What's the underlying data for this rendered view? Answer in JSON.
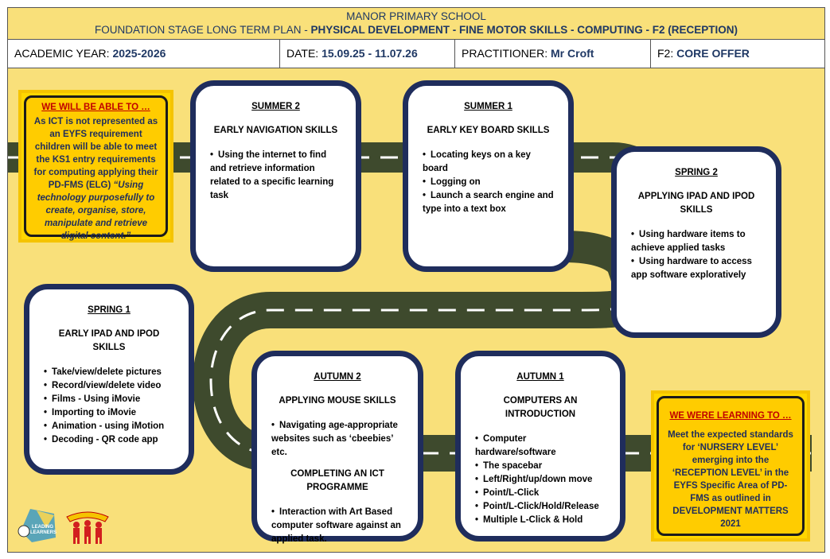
{
  "header": {
    "school": "MANOR PRIMARY SCHOOL",
    "plan_prefix": "FOUNDATION STAGE LONG TERM PLAN - ",
    "plan_bold": "PHYSICAL DEVELOPMENT - FINE MOTOR SKILLS - COMPUTING - F2 (RECEPTION)"
  },
  "info": {
    "year_label": "ACADEMIC YEAR: ",
    "year_value": "2025-2026",
    "date_label": "DATE:  ",
    "date_value": "15.09.25 - 11.07.26",
    "pract_label": "PRACTITIONER: ",
    "pract_value": "Mr Croft",
    "f2_label": "F2: ",
    "f2_value": "CORE OFFER"
  },
  "able_sign": {
    "heading": "WE WILL BE ABLE TO …",
    "body": "As ICT is not represented as an EYFS requirement children will be able to meet the KS1 entry requirements for computing applying  their PD-FMS (ELG) ",
    "quote": "“Using technology purposefully to create, organise, store, manipulate and retrieve digital content.”"
  },
  "learning_sign": {
    "heading": "WE WERE LEARNING TO …",
    "body": "Meet the expected standards for ‘NURSERY LEVEL’ emerging into the ‘RECEPTION LEVEL’ in the EYFS Specific Area of PD-FMS as outlined in DEVELOPMENT MATTERS  2021"
  },
  "cards": {
    "summer2": {
      "term": "SUMMER 2",
      "skill": "EARLY NAVIGATION SKILLS",
      "items": [
        "Using the internet to find and retrieve information related to a specific learning task"
      ]
    },
    "summer1": {
      "term": "SUMMER 1",
      "skill": "EARLY KEY BOARD SKILLS",
      "items": [
        "Locating keys on a key board",
        "Logging on",
        "Launch a search engine and type into a text box"
      ]
    },
    "spring2": {
      "term": "SPRING 2",
      "skill": "APPLYING IPAD AND IPOD SKILLS",
      "items": [
        "Using hardware items to achieve applied tasks",
        "Using hardware to access app software exploratively"
      ]
    },
    "spring1": {
      "term": "SPRING 1",
      "skill": "EARLY IPAD AND IPOD SKILLS",
      "items": [
        "Take/view/delete pictures",
        "Record/view/delete video",
        "Films - Using iMovie",
        "Importing to iMovie",
        "Animation - using iMotion",
        "Decoding - QR code app"
      ]
    },
    "autumn2": {
      "term": "AUTUMN 2",
      "skill": "APPLYING MOUSE SKILLS",
      "items": [
        "Navigating age-appropriate websites such as ‘cbeebies’ etc."
      ],
      "skill2": "COMPLETING AN ICT PROGRAMME",
      "items2": [
        "Interaction with Art Based computer software against an applied task."
      ]
    },
    "autumn1": {
      "term": "AUTUMN 1",
      "skill": "COMPUTERS AN INTRODUCTION",
      "items": [
        "Computer hardware/software",
        "The spacebar",
        "Left/Right/up/down move",
        "Point/L-Click",
        "Point/L-Click/Hold/Release",
        "Multiple L-Click & Hold"
      ]
    }
  },
  "logos": {
    "left": "LEADING LEARNERS"
  },
  "colors": {
    "road": "#3e4a2d",
    "card_border": "#1f2d5c",
    "background": "#f9e07a",
    "sign": "#ffcc00",
    "heading_red": "#c00000"
  }
}
